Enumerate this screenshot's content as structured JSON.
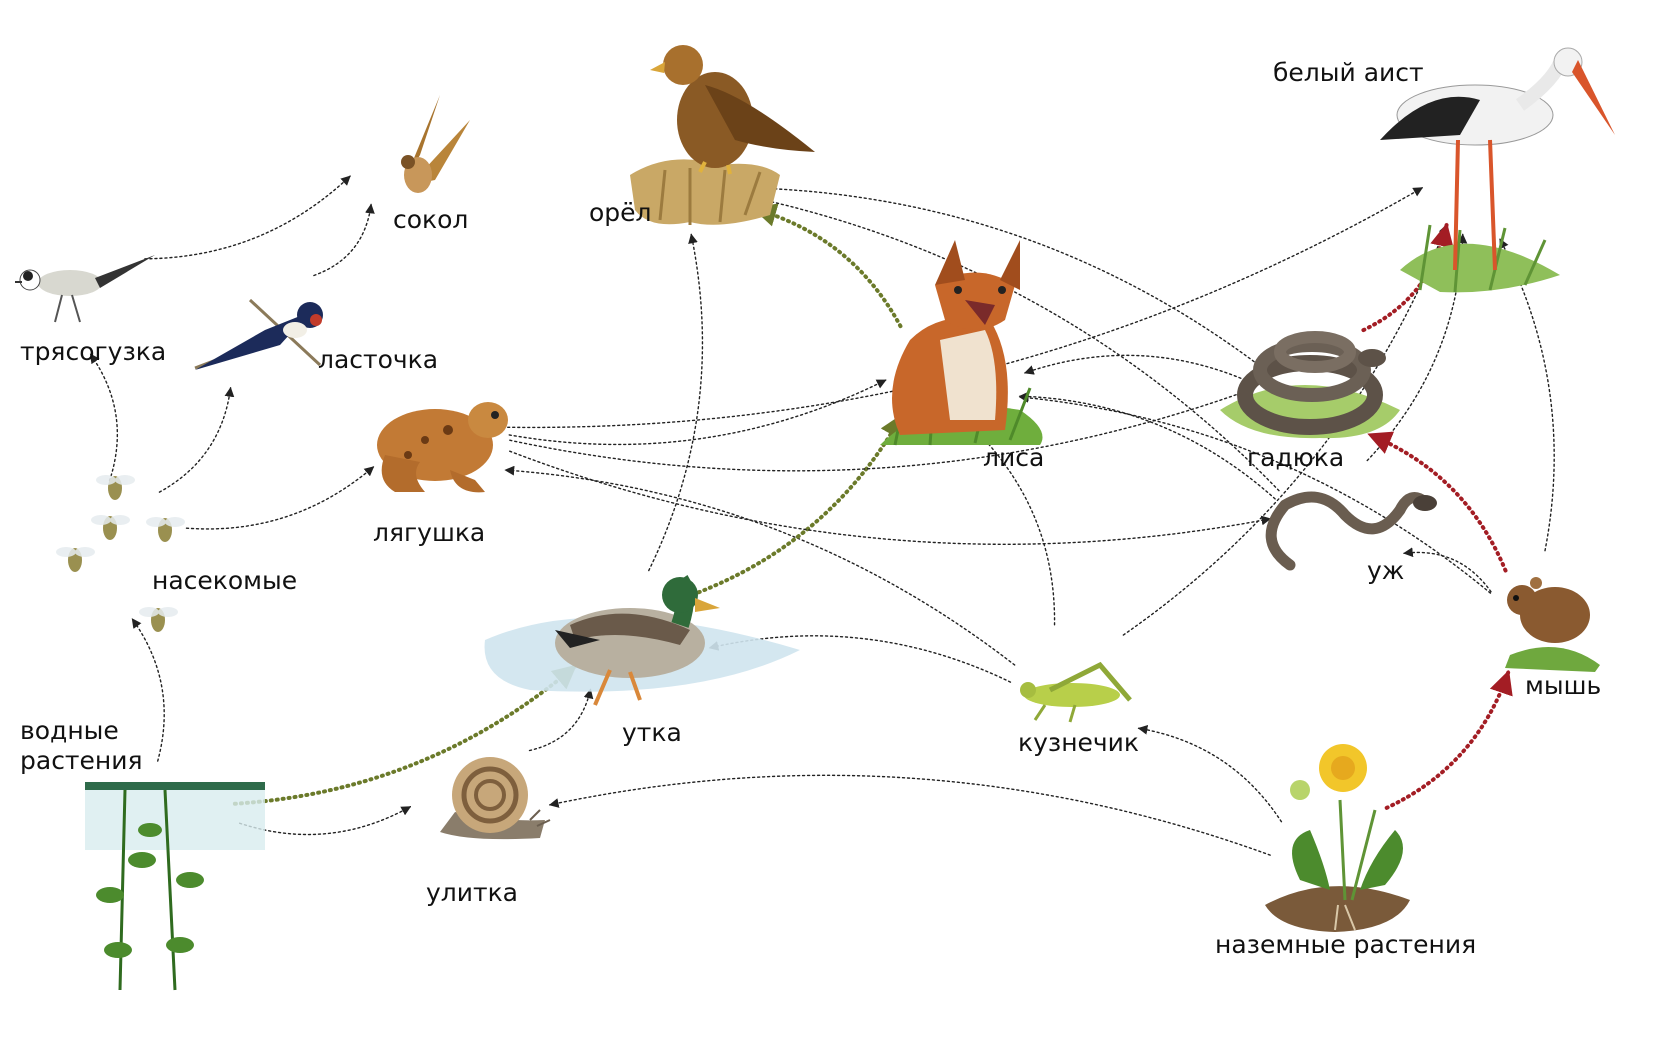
{
  "title": "",
  "nodes": {
    "eagle": {
      "label": "орёл"
    },
    "stork": {
      "label": "белый аист"
    },
    "falcon": {
      "label": "сокол"
    },
    "wagtail": {
      "label": "трясогузка"
    },
    "swallow": {
      "label": "ласточка"
    },
    "frog": {
      "label": "лягушка"
    },
    "insects": {
      "label": "насекомые"
    },
    "fox": {
      "label": "лиса"
    },
    "viper": {
      "label": "гадюка"
    },
    "grass_snake": {
      "label": "уж"
    },
    "duck": {
      "label": "утка"
    },
    "water_plants": {
      "label": "водные\nрастения"
    },
    "snail": {
      "label": "улитка"
    },
    "grasshopper": {
      "label": "кузнечик"
    },
    "mouse": {
      "label": "мышь"
    },
    "land_plants": {
      "label": "наземные растения"
    }
  },
  "edges": [
    {
      "from": "wagtail",
      "to": "falcon",
      "style": "dotted"
    },
    {
      "from": "swallow",
      "to": "falcon",
      "style": "dotted"
    },
    {
      "from": "insects",
      "to": "wagtail",
      "style": "dotted"
    },
    {
      "from": "insects",
      "to": "swallow",
      "style": "dotted"
    },
    {
      "from": "insects",
      "to": "frog",
      "style": "dotted"
    },
    {
      "from": "water_plants",
      "to": "insects",
      "style": "dotted"
    },
    {
      "from": "water_plants",
      "to": "snail",
      "style": "dotted"
    },
    {
      "from": "water_plants",
      "to": "duck",
      "style": "green"
    },
    {
      "from": "snail",
      "to": "duck",
      "style": "dotted"
    },
    {
      "from": "land_plants",
      "to": "snail",
      "style": "dotted"
    },
    {
      "from": "land_plants",
      "to": "grasshopper",
      "style": "dotted"
    },
    {
      "from": "land_plants",
      "to": "mouse",
      "style": "red"
    },
    {
      "from": "grasshopper",
      "to": "duck",
      "style": "dotted"
    },
    {
      "from": "grasshopper",
      "to": "fox",
      "style": "dotted"
    },
    {
      "from": "grasshopper",
      "to": "frog",
      "style": "dotted"
    },
    {
      "from": "grasshopper",
      "to": "stork",
      "style": "dotted"
    },
    {
      "from": "duck",
      "to": "fox",
      "style": "green"
    },
    {
      "from": "duck",
      "to": "eagle",
      "style": "dotted"
    },
    {
      "from": "fox",
      "to": "eagle",
      "style": "green"
    },
    {
      "from": "frog",
      "to": "fox",
      "style": "dotted"
    },
    {
      "from": "frog",
      "to": "stork",
      "style": "dotted"
    },
    {
      "from": "frog",
      "to": "viper",
      "style": "dotted"
    },
    {
      "from": "frog",
      "to": "grass_snake",
      "style": "dotted"
    },
    {
      "from": "viper",
      "to": "fox",
      "style": "dotted"
    },
    {
      "from": "viper",
      "to": "eagle",
      "style": "dotted"
    },
    {
      "from": "viper",
      "to": "stork",
      "style": "red"
    },
    {
      "from": "grass_snake",
      "to": "fox",
      "style": "dotted"
    },
    {
      "from": "grass_snake",
      "to": "eagle",
      "style": "dotted"
    },
    {
      "from": "grass_snake",
      "to": "stork",
      "style": "dotted"
    },
    {
      "from": "mouse",
      "to": "viper",
      "style": "red"
    },
    {
      "from": "mouse",
      "to": "grass_snake",
      "style": "dotted"
    },
    {
      "from": "mouse",
      "to": "fox",
      "style": "dotted"
    },
    {
      "from": "mouse",
      "to": "stork",
      "style": "dotted"
    }
  ],
  "colors": {
    "arrow": "#222222",
    "green": "#6b7a2a",
    "red": "#a31d24"
  }
}
